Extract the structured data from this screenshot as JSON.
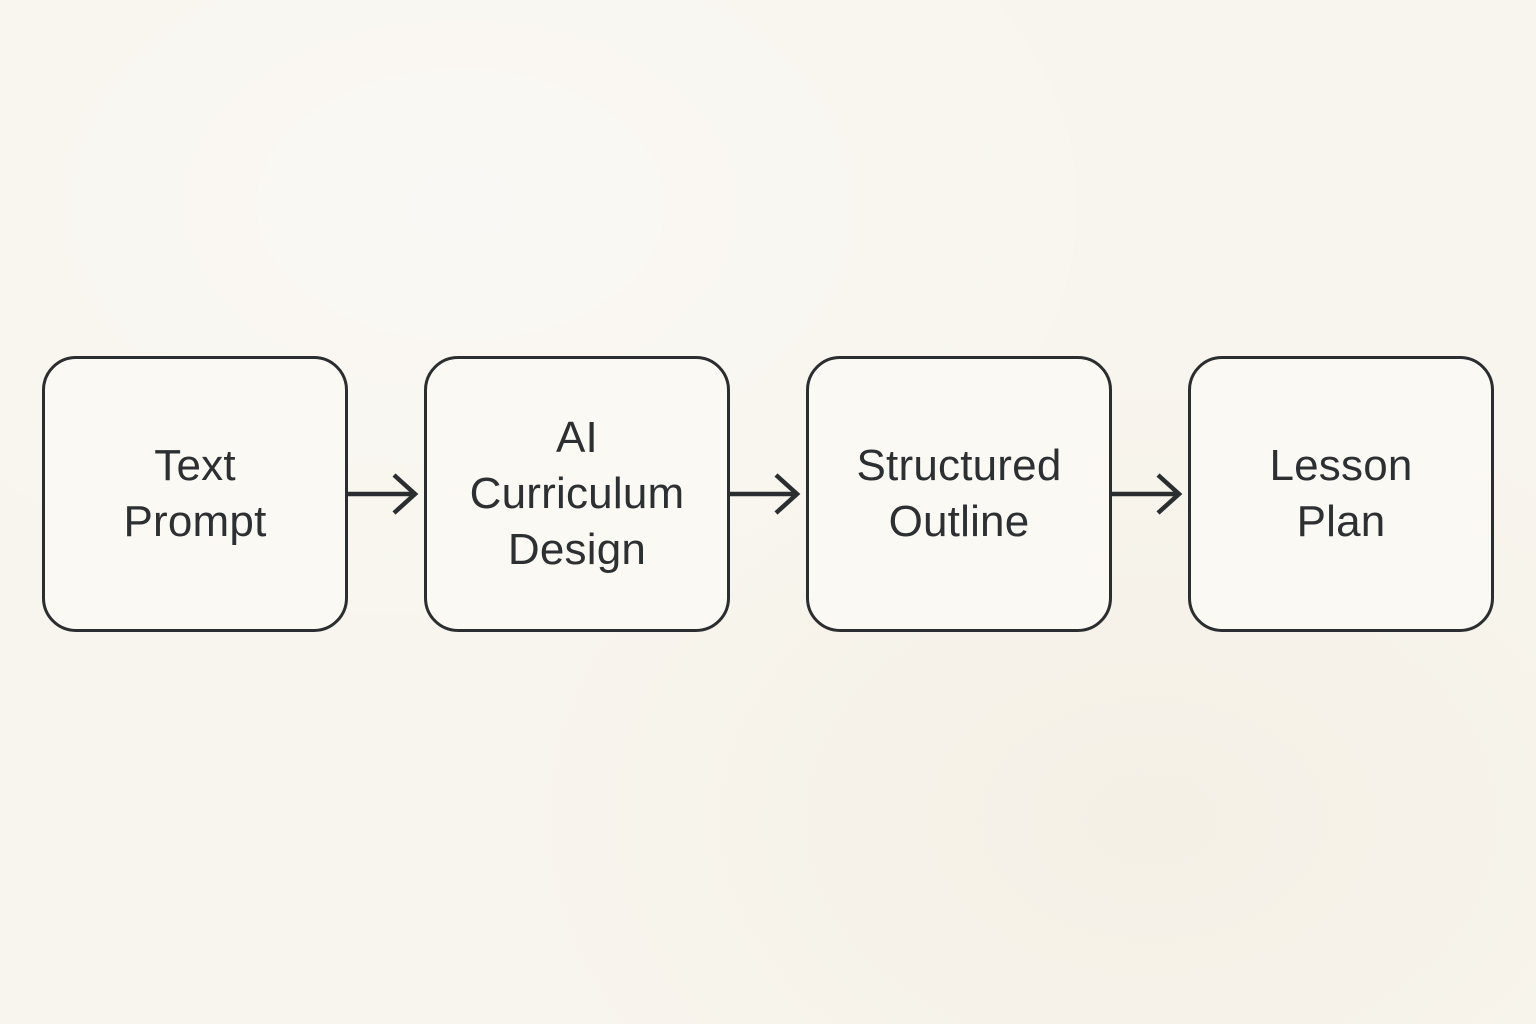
{
  "diagram": {
    "type": "flowchart",
    "direction": "left-to-right",
    "connector_style": "arrow-right",
    "colors": {
      "background": "#f8f5ee",
      "node_fill": "#fbf9f4",
      "stroke": "#2b2e31",
      "text": "#2d3033"
    },
    "nodes": [
      {
        "id": "text-prompt",
        "label": "Text\nPrompt"
      },
      {
        "id": "ai-curriculum-design",
        "label": "AI\nCurriculum\nDesign"
      },
      {
        "id": "structured-outline",
        "label": "Structured\nOutline"
      },
      {
        "id": "lesson-plan",
        "label": "Lesson\nPlan"
      }
    ],
    "edges": [
      {
        "from": "text-prompt",
        "to": "ai-curriculum-design"
      },
      {
        "from": "ai-curriculum-design",
        "to": "structured-outline"
      },
      {
        "from": "structured-outline",
        "to": "lesson-plan"
      }
    ]
  }
}
